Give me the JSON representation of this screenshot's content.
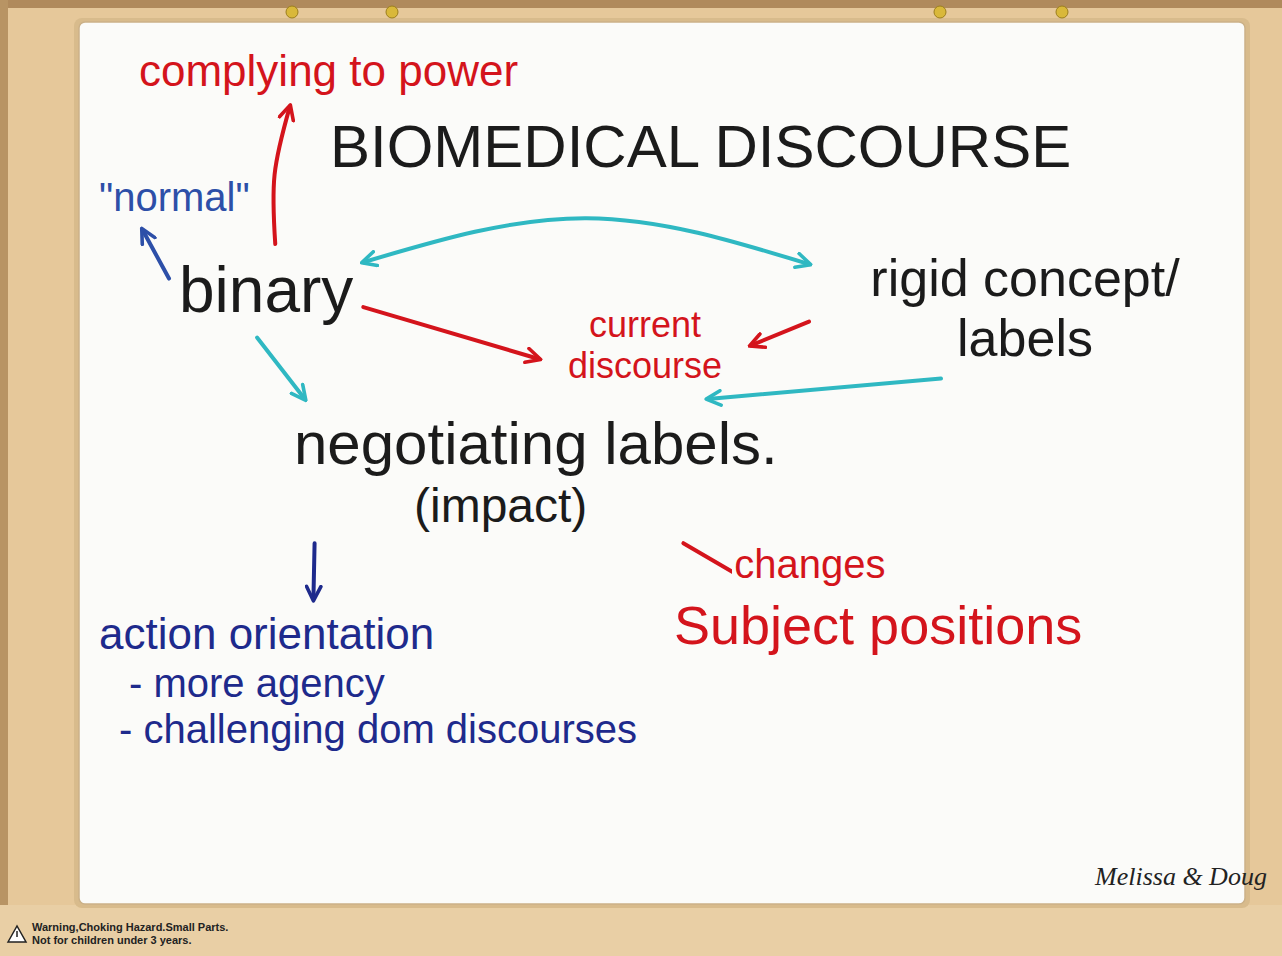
{
  "diagram": {
    "title": "BIOMEDICAL DISCOURSE",
    "nodes": [
      {
        "text": [
          "complying to power"
        ]
      },
      {
        "text": [
          "\"normal\""
        ]
      },
      {
        "text": [
          "binary"
        ]
      },
      {
        "text": [
          "rigid concept/ labels"
        ]
      },
      {
        "text": [
          "current discourse"
        ]
      },
      {
        "text": [
          "negotiating labels.",
          "(impact)"
        ]
      },
      {
        "text": [
          "Subject positions"
        ]
      },
      {
        "text": [
          "action orientation",
          "- more agency",
          "- challenging dom discourses"
        ]
      }
    ],
    "edges": [
      {
        "from": 2,
        "to": 0,
        "arrow": "to"
      },
      {
        "from": 2,
        "to": 1,
        "arrow": "to"
      },
      {
        "from": 2,
        "to": 3,
        "arrow": "both"
      },
      {
        "from": 2,
        "to": 4,
        "arrow": "to"
      },
      {
        "from": 3,
        "to": 4,
        "arrow": "to"
      },
      {
        "from": 2,
        "to": 5,
        "arrow": "to"
      },
      {
        "from": 3,
        "to": 5,
        "arrow": "to"
      },
      {
        "from": 5,
        "to": 7,
        "arrow": "to"
      },
      {
        "from": 5,
        "to": 6,
        "label": "changes",
        "arrow": "to"
      }
    ],
    "labels": [
      "Melissa & Doug",
      "Warning,Choking Hazard.Small Parts.",
      "Not for children under 3 years."
    ]
  }
}
